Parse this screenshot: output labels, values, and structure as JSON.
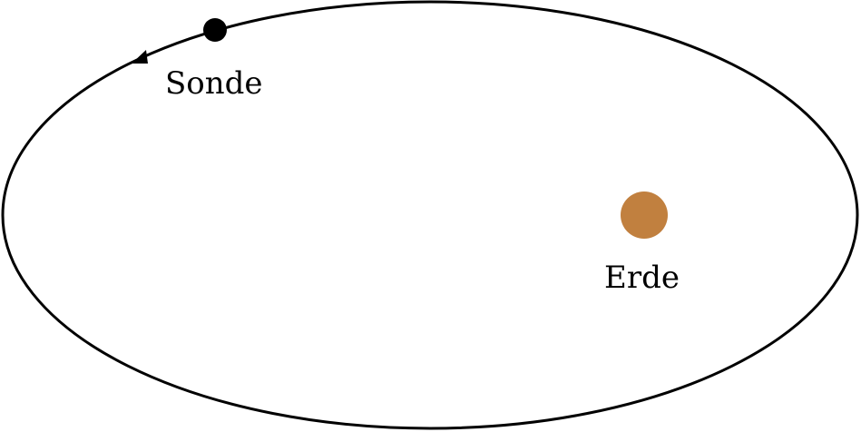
{
  "diagram": {
    "probe": {
      "label": "Sonde",
      "color": "#000000"
    },
    "earth": {
      "label": "Erde",
      "color": "#c1803f"
    },
    "orbit": {
      "stroke_color": "#000000",
      "direction": "counterclockwise"
    }
  }
}
